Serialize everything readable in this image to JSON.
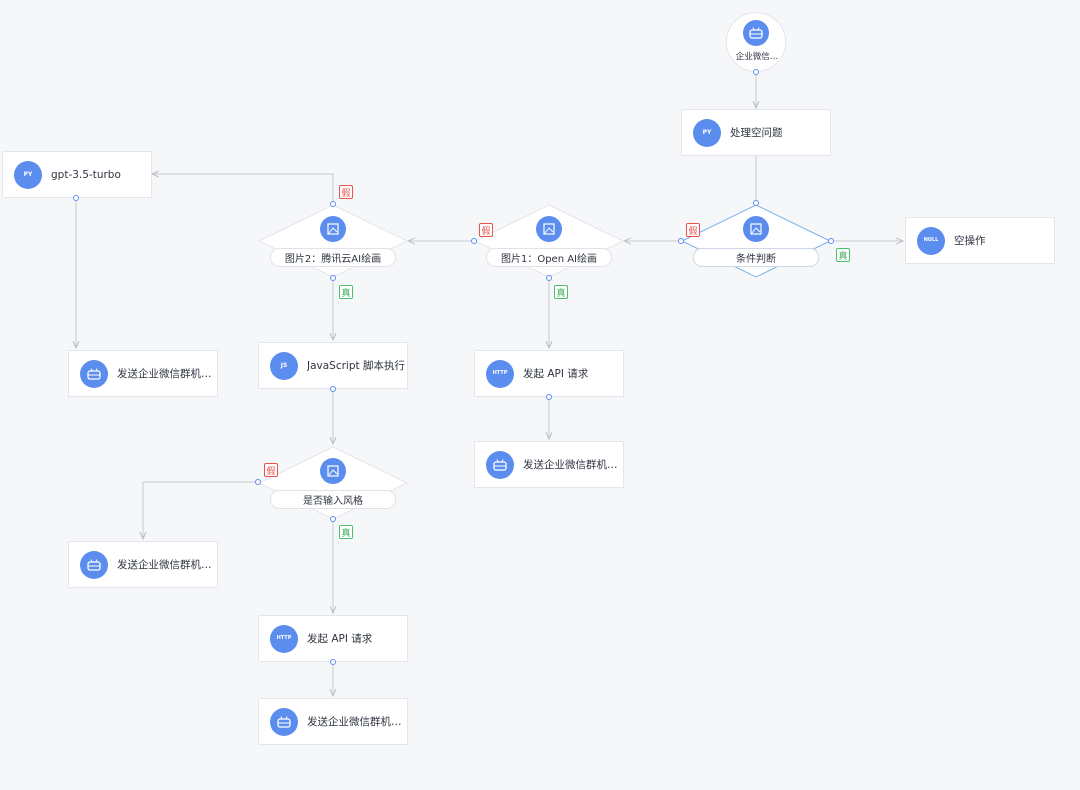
{
  "start": {
    "label": "企业微信…",
    "icon": "bot-icon"
  },
  "nodes": {
    "process_empty": {
      "label": "处理空问题",
      "icon": "python-icon",
      "badge": "PY"
    },
    "gpt": {
      "label": "gpt-3.5-turbo",
      "icon": "python-icon",
      "badge": "PY"
    },
    "null_op": {
      "label": "空操作",
      "icon": "null-icon",
      "badge": "NULL"
    },
    "send_1": {
      "label": "发送企业微信群机…",
      "icon": "bot-icon"
    },
    "js_exec": {
      "label": "JavaScript 脚本执行",
      "icon": "javascript-icon",
      "badge": "JS"
    },
    "api_1": {
      "label": "发起 API 请求",
      "icon": "http-icon",
      "badge": "HTTP"
    },
    "send_2": {
      "label": "发送企业微信群机…",
      "icon": "bot-icon"
    },
    "send_3": {
      "label": "发送企业微信群机…",
      "icon": "bot-icon"
    },
    "api_2": {
      "label": "发起 API 请求",
      "icon": "http-icon",
      "badge": "HTTP"
    },
    "send_4": {
      "label": "发送企业微信群机…",
      "icon": "bot-icon"
    }
  },
  "conditions": {
    "cond_main": {
      "label": "条件判断",
      "icon": "image-icon"
    },
    "cond_img1": {
      "label": "图片1：Open AI绘画",
      "icon": "image-icon"
    },
    "cond_img2": {
      "label": "图片2：腾讯云AI绘画",
      "icon": "image-icon"
    },
    "cond_style": {
      "label": "是否输入风格",
      "icon": "image-icon"
    }
  },
  "branch_labels": {
    "true": "真",
    "false": "假"
  },
  "colors": {
    "accent": "#5b8def",
    "true": "#4bbf6b",
    "false": "#e5534b",
    "edge": "#c5c9d1"
  }
}
